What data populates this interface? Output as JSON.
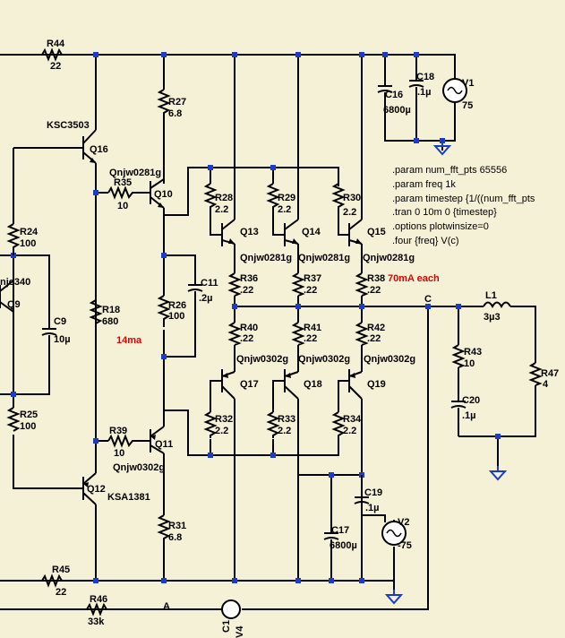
{
  "components": {
    "R44": {
      "ref": "R44",
      "value": "22"
    },
    "R45": {
      "ref": "R45",
      "value": "22"
    },
    "R46": {
      "ref": "R46",
      "value": "33k"
    },
    "R27": {
      "ref": "R27",
      "value": "6.8"
    },
    "R31": {
      "ref": "R31",
      "value": "6.8"
    },
    "R35": {
      "ref": "R35",
      "value": "10"
    },
    "R39": {
      "ref": "R39",
      "value": "10"
    },
    "R24": {
      "ref": "R24",
      "value": "100"
    },
    "R25": {
      "ref": "R25",
      "value": "100"
    },
    "R18": {
      "ref": "R18",
      "value": "680"
    },
    "R26": {
      "ref": "R26",
      "value": "100"
    },
    "R28": {
      "ref": "R28",
      "value": "2.2"
    },
    "R29": {
      "ref": "R29",
      "value": "2.2"
    },
    "R30": {
      "ref": "R30",
      "value": "2.2"
    },
    "R32": {
      "ref": "R32",
      "value": "2.2"
    },
    "R33": {
      "ref": "R33",
      "value": "2.2"
    },
    "R34": {
      "ref": "R34",
      "value": "2.2"
    },
    "R36": {
      "ref": "R36",
      "value": ".22"
    },
    "R37": {
      "ref": "R37",
      "value": ".22"
    },
    "R38": {
      "ref": "R38",
      "value": ".22"
    },
    "R40": {
      "ref": "R40",
      "value": ".22"
    },
    "R41": {
      "ref": "R41",
      "value": ".22"
    },
    "R42": {
      "ref": "R42",
      "value": ".22"
    },
    "R43": {
      "ref": "R43",
      "value": "10"
    },
    "R47": {
      "ref": "R47",
      "value": "4"
    },
    "C9": {
      "ref": "C9",
      "value": "10µ"
    },
    "C11": {
      "ref": "C11",
      "value": ".2µ"
    },
    "C16": {
      "ref": "C16",
      "value": "6800µ"
    },
    "C17": {
      "ref": "C17",
      "value": "6800µ"
    },
    "C18": {
      "ref": "C18",
      "value": ".1µ"
    },
    "C19": {
      "ref": "C19",
      "value": ".1µ"
    },
    "C20": {
      "ref": "C20",
      "value": ".1µ"
    },
    "L1": {
      "ref": "L1",
      "value": "3µ3"
    },
    "V1": {
      "ref": "V1",
      "value": "75"
    },
    "V2": {
      "ref": "V2",
      "value": "-75"
    },
    "V4": {
      "ref": "V4",
      "value": "C1"
    },
    "Q9": {
      "ref": "Q9",
      "model": "nje340"
    },
    "Q10": {
      "ref": "Q10",
      "model": "Qnjw0281g"
    },
    "Q11": {
      "ref": "Q11",
      "model": "Qnjw0302g"
    },
    "Q12": {
      "ref": "Q12",
      "model": "KSA1381"
    },
    "Q13": {
      "ref": "Q13",
      "model": "Qnjw0281g"
    },
    "Q14": {
      "ref": "Q14",
      "model": "Qnjw0281g"
    },
    "Q15": {
      "ref": "Q15",
      "model": "Qnjw0281g"
    },
    "Q16": {
      "ref": "Q16",
      "model": "KSC3503"
    },
    "Q17": {
      "ref": "Q17",
      "model": "Qnjw0302g"
    },
    "Q18": {
      "ref": "Q18",
      "model": "Qnjw0302g"
    },
    "Q19": {
      "ref": "Q19",
      "model": "Qnjw0302g"
    }
  },
  "nets": {
    "A": "A",
    "C": "C"
  },
  "annotations": {
    "bias": "14ma",
    "each": "70mA each"
  },
  "spice": [
    ".param num_fft_pts 65556",
    ".param freq 1k",
    ".param timestep {1/((num_fft_pts",
    ".tran 0 10m 0 {timestep}",
    ".options plotwinsize=0",
    ".four {freq} V(c)"
  ],
  "colors": {
    "background": "#f5f1d6",
    "wire": "#000000",
    "junction": "#1a3cc8",
    "ground": "#1a3cc8",
    "annotation": "#e00000"
  }
}
